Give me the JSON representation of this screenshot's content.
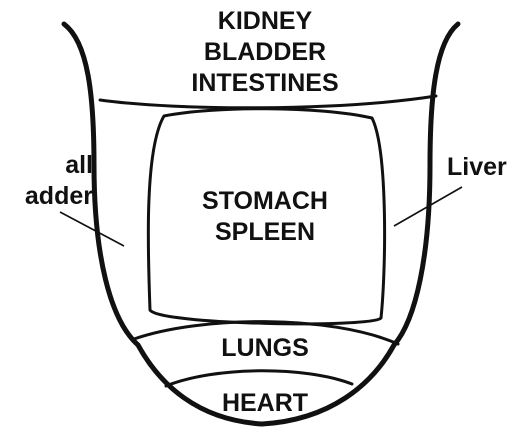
{
  "regions": {
    "top": [
      "KIDNEY",
      "BLADDER",
      "INTESTINES"
    ],
    "middle": [
      "STOMACH",
      "SPLEEN"
    ],
    "lower": "LUNGS",
    "bottom": "HEART"
  },
  "side_labels": {
    "right": "Liver",
    "left": [
      "all",
      "adder"
    ]
  }
}
